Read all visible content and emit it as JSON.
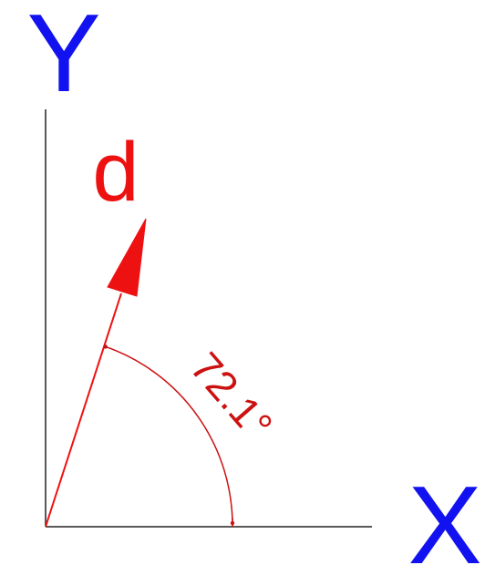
{
  "axes": {
    "x_label": "X",
    "y_label": "Y",
    "color": "#1212f0"
  },
  "vector": {
    "label": "d",
    "color": "#ee1111"
  },
  "angle": {
    "label": "72.1°",
    "degrees": 72.1,
    "color": "#cc1111"
  },
  "line_color": "#222222"
}
